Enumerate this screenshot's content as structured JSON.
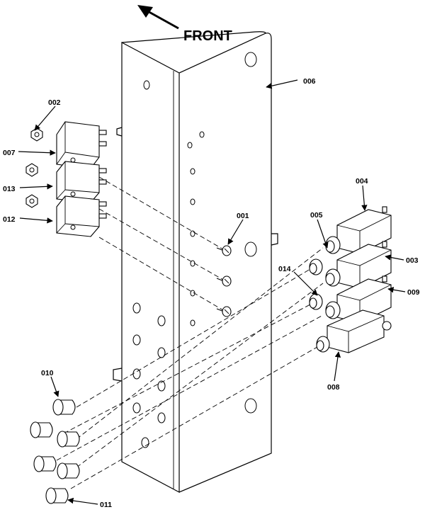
{
  "diagram": {
    "direction_label": "FRONT",
    "callouts": {
      "c001": "001",
      "c002": "002",
      "c003": "003",
      "c004": "004",
      "c005": "005",
      "c006": "006",
      "c007": "007",
      "c008": "008",
      "c009": "009",
      "c010": "010",
      "c011": "011",
      "c012": "012",
      "c013": "013",
      "c014": "014"
    }
  }
}
